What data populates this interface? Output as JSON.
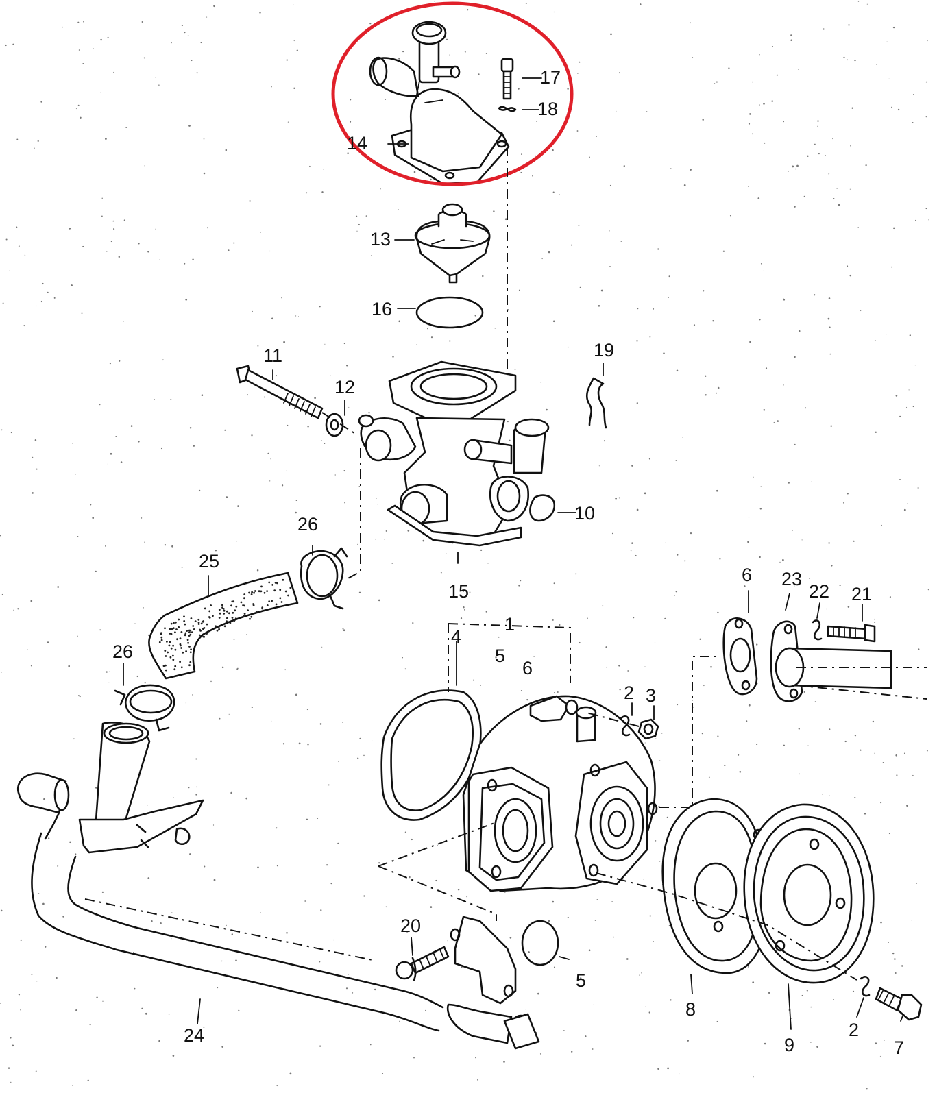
{
  "highlight": {
    "color": "#e0202a"
  },
  "labels": {
    "p1": "1",
    "p2a": "2",
    "p2b": "2",
    "p3": "3",
    "p4": "4",
    "p5a": "5",
    "p5b": "5",
    "p6a": "6",
    "p6b": "6",
    "p7": "7",
    "p8": "8",
    "p9": "9",
    "p10": "10",
    "p11": "11",
    "p12": "12",
    "p13": "13",
    "p14": "14",
    "p15": "15",
    "p16": "16",
    "p17": "17",
    "p18": "18",
    "p19": "19",
    "p20": "20",
    "p21": "21",
    "p22": "22",
    "p23": "23",
    "p24": "24",
    "p25": "25",
    "p26a": "26",
    "p26b": "26"
  }
}
